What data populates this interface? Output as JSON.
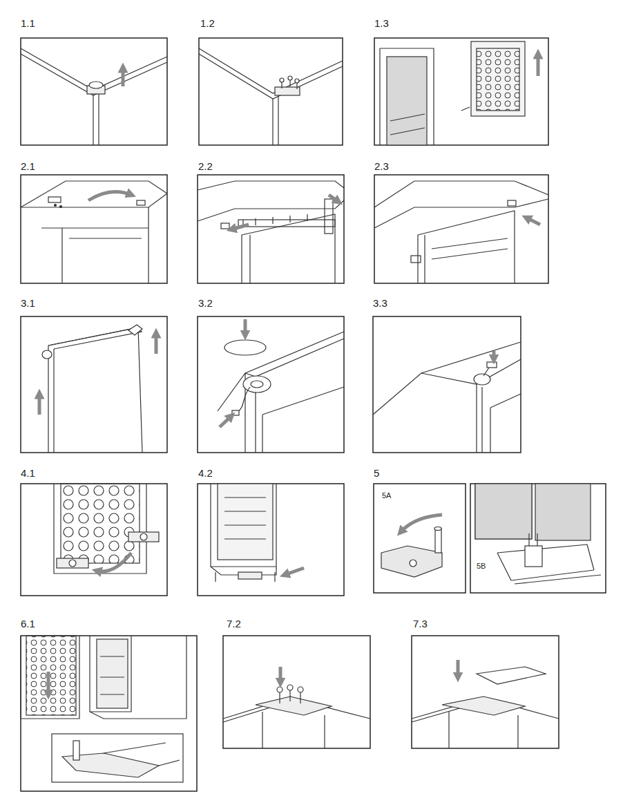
{
  "diagram": {
    "labels": [
      "1.1",
      "1.2",
      "1.3",
      "2.1",
      "2.2",
      "2.3",
      "3.1",
      "3.2",
      "3.3",
      "4.1",
      "4.2",
      "5",
      "5A",
      "5B",
      "6.1",
      "7.2",
      "7.3"
    ]
  }
}
